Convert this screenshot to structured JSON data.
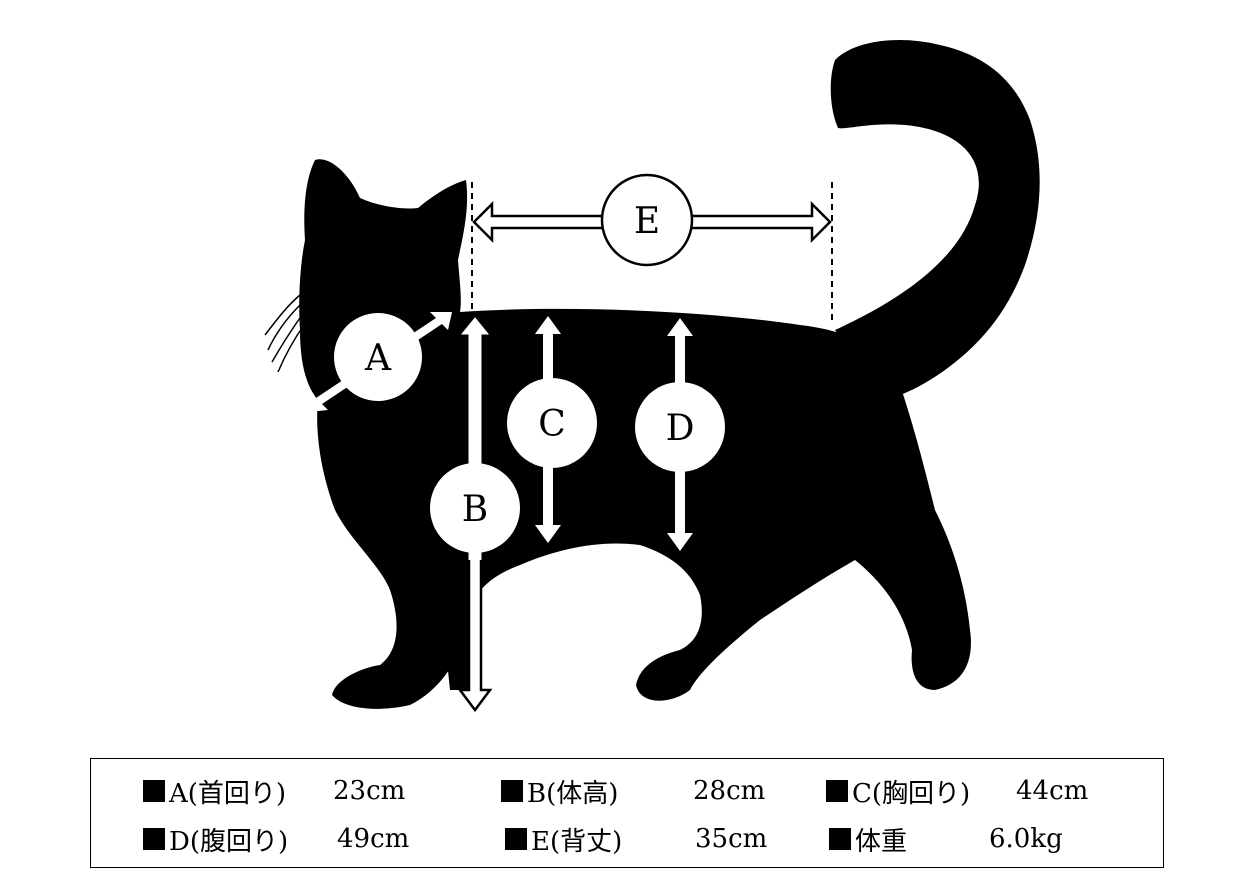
{
  "markers": {
    "a": "A",
    "b": "B",
    "c": "C",
    "d": "D",
    "e": "E"
  },
  "legend": {
    "row1": [
      {
        "label": "A(首回り)",
        "value": "23cm"
      },
      {
        "label": "B(体高)",
        "value": "28cm"
      },
      {
        "label": "C(胸回り)",
        "value": "44cm"
      }
    ],
    "row2": [
      {
        "label": "D(腹回り)",
        "value": "49cm"
      },
      {
        "label": "E(背丈)",
        "value": "35cm"
      },
      {
        "label": "体重",
        "value": "6.0kg"
      }
    ]
  },
  "colors": {
    "silhouette": "#000000",
    "background": "#ffffff"
  }
}
